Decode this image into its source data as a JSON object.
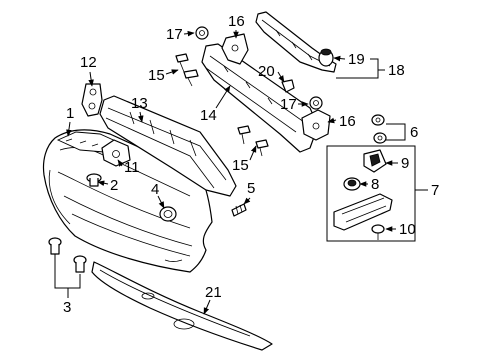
{
  "callouts": {
    "c1": "1",
    "c2": "2",
    "c3": "3",
    "c4": "4",
    "c5": "5",
    "c6": "6",
    "c7": "7",
    "c8": "8",
    "c9": "9",
    "c10": "10",
    "c11": "11",
    "c12": "12",
    "c13": "13",
    "c14": "14",
    "c15a": "15",
    "c15b": "15",
    "c16a": "16",
    "c16b": "16",
    "c17a": "17",
    "c17b": "17",
    "c18": "18",
    "c19": "19",
    "c20": "20",
    "c21": "21"
  }
}
